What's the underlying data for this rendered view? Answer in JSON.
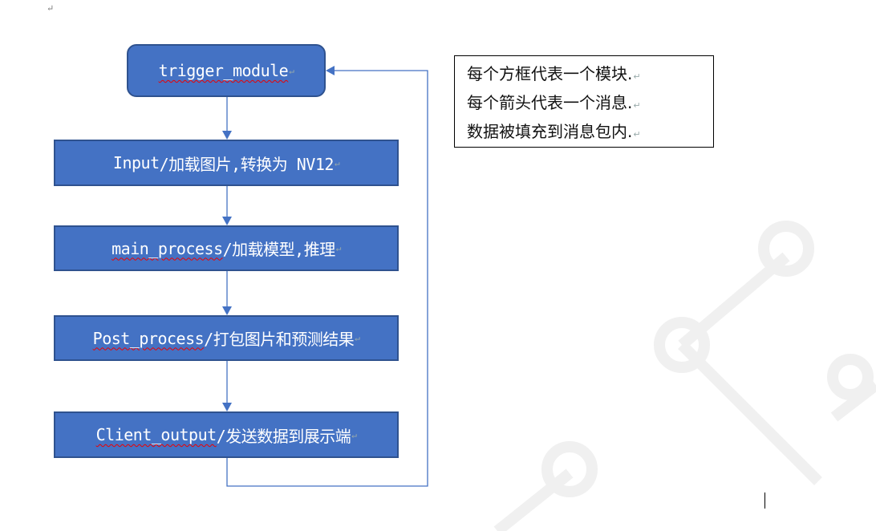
{
  "flow": {
    "trigger": {
      "text": "trigger_module"
    },
    "steps": [
      {
        "prefix": "Input",
        "text": "/加载图片,转换为 NV12"
      },
      {
        "prefix": "main_process",
        "text": "/加载模型,推理"
      },
      {
        "prefix": "Post_process",
        "text": "/打包图片和预测结果"
      },
      {
        "prefix": "Client_output",
        "text": "/发送数据到展示端"
      }
    ]
  },
  "note": {
    "lines": [
      "每个方框代表一个模块.",
      "每个箭头代表一个消息.",
      "数据被填充到消息包内."
    ]
  },
  "paragraph_mark": "↵",
  "colors": {
    "box_fill": "#4472c4",
    "box_border": "#2f528f",
    "arrow": "#4472c4"
  }
}
